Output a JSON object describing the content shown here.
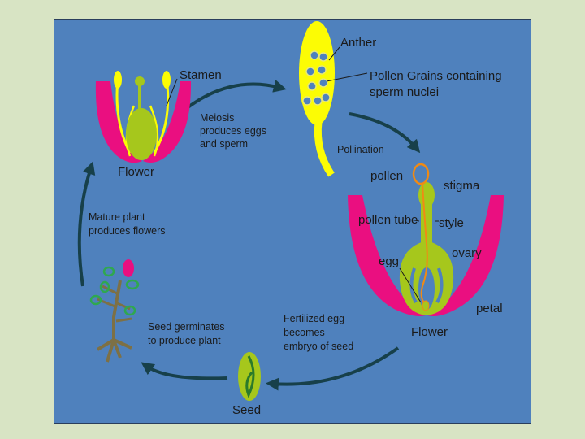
{
  "labels": {
    "anther": "Anther",
    "stamen": "Stamen",
    "pollen_grains": [
      "Pollen Grains containing",
      "sperm nuclei"
    ],
    "meiosis": [
      "Meiosis",
      "produces eggs",
      "and sperm"
    ],
    "pollination": "Pollination",
    "flower_top": "Flower",
    "pollen": "pollen",
    "stigma": "stigma",
    "mature_plant": [
      "Mature plant",
      "produces flowers"
    ],
    "pollen_tube": "pollen tube",
    "style": "style",
    "egg": "egg",
    "ovary": "ovary",
    "petal": "petal",
    "flower_right": "Flower",
    "seed_germinates": [
      "Seed germinates",
      "to produce plant"
    ],
    "fertilized_egg": [
      "Fertilized egg",
      "becomes",
      "embryo of seed"
    ],
    "seed": "Seed"
  },
  "colors": {
    "background": "#d8e4c4",
    "panel": "#4f81bd",
    "petal_magenta": "#ea0f80",
    "pistil_green": "#a6c71c",
    "stamen_yellow": "#fcfc04",
    "arrow_teal": "#17404a",
    "pollen_orange": "#f08a14",
    "stem_brown": "#7d7045",
    "leaf_green": "#2fa84f"
  }
}
